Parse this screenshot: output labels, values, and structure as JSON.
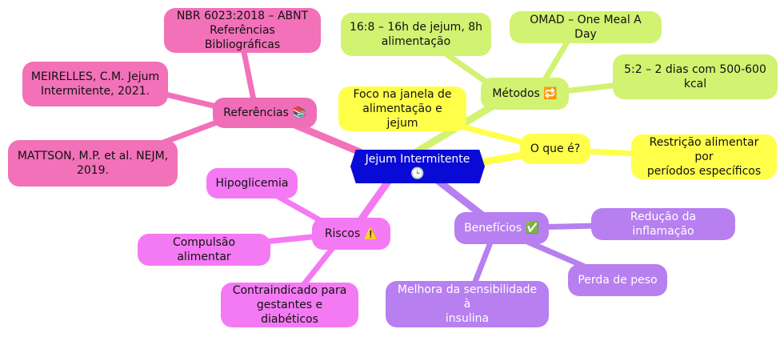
{
  "central": "Jejum Intermitente 🕒",
  "branches": {
    "referencias": {
      "label": "Referências 📚",
      "items": [
        "NBR 6023:2018 – ABNT\nReferências Bibliográficas",
        "MEIRELLES, C.M. Jejum\nIntermitente, 2021.",
        "MATTSON, M.P. et al. NEJM,\n2019."
      ]
    },
    "metodos": {
      "label": "Métodos 🔁",
      "items": [
        "16:8 – 16h de jejum, 8h\nalimentação",
        "OMAD – One Meal A Day",
        "5:2 – 2 dias com 500-600\nkcal"
      ]
    },
    "o_que_e": {
      "label": "O que é?",
      "items": [
        "Foco na janela de\nalimentação e jejum",
        "Restrição alimentar por\nperíodos específicos"
      ]
    },
    "riscos": {
      "label": "Riscos ⚠️",
      "items": [
        "Hipoglicemia",
        "Compulsão alimentar",
        "Contraindicado para\ngestantes e diabéticos"
      ]
    },
    "beneficios": {
      "label": "Benefícios ✅",
      "items": [
        "Redução da inflamação",
        "Perda de peso",
        "Melhora da sensibilidade à\ninsulina"
      ]
    }
  },
  "colors": {
    "central": "#0a0ad6",
    "referencias": "#f271b9",
    "metodos": "#d2f271",
    "o_que_e": "#ffff4a",
    "riscos": "#f47af4",
    "beneficios": "#b77ff0"
  }
}
